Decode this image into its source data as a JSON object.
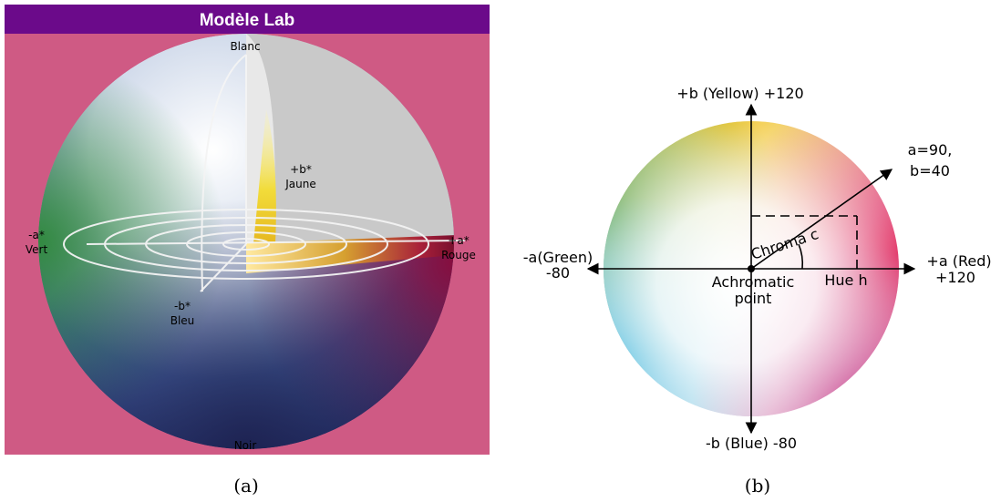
{
  "panel_a": {
    "title": "Modèle Lab",
    "colors": {
      "title_bar": "#6b0a8a",
      "background": "#cf5a84"
    },
    "labels": {
      "top": "Blanc",
      "bottom": "Noir",
      "plus_b_1": "+b*",
      "plus_b_2": "Jaune",
      "minus_a_1": "-a*",
      "minus_a_2": "Vert",
      "plus_a_1": "+a*",
      "plus_a_2": "Rouge",
      "minus_b_1": "-b*",
      "minus_b_2": "Bleu"
    },
    "caption": "(a)"
  },
  "panel_b": {
    "labels": {
      "top_axis": "+b (Yellow) +120",
      "bottom_axis": "-b (Blue) -80",
      "left_axis_1": "-a(Green)",
      "left_axis_2": "-80",
      "right_axis_1": "+a (Red)",
      "right_axis_2": "+120",
      "point_1": "a=90,",
      "point_2": "b=40",
      "chroma": "Chroma c",
      "hue": "Hue h",
      "achromatic_1": "Achromatic",
      "achromatic_2": "point"
    },
    "caption": "(b)"
  }
}
